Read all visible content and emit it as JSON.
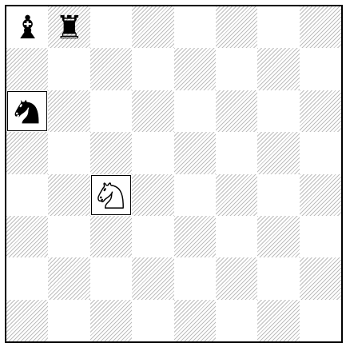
{
  "board": {
    "dark_color": "#bdbdbd",
    "light_color": "#ffffff"
  },
  "pieces": [
    {
      "name": "black-bishop",
      "glyph": "♝",
      "square": "a8",
      "selected": false
    },
    {
      "name": "black-rook",
      "glyph": "♜",
      "square": "b8",
      "selected": false
    },
    {
      "name": "black-knight",
      "glyph": "♞",
      "square": "a6",
      "selected": true
    },
    {
      "name": "white-knight",
      "glyph": "♘",
      "square": "c4",
      "selected": true
    }
  ]
}
